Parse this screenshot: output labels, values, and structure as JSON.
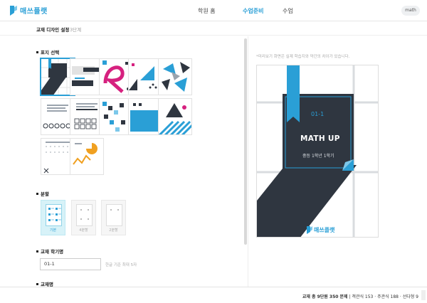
{
  "brand": {
    "name": "매쓰플랫",
    "color": "#2a9fd6"
  },
  "nav": {
    "items": [
      "학원 홈",
      "수업준비",
      "수업"
    ],
    "active_index": 1
  },
  "user": {
    "label": "math"
  },
  "header": {
    "title": "교재 디자인 설정",
    "step": "3단계"
  },
  "sections": {
    "cover": "표지 선택",
    "split": "분할",
    "semester": "교재 학기명",
    "name": "교재명"
  },
  "split_options": [
    "기본",
    "4분할",
    "2분할"
  ],
  "split_selected": 0,
  "semester_input": {
    "value": "01-1",
    "hint": "한글 기준 최대 5자"
  },
  "preview": {
    "note": "*미리보기 화면은 실제 학습지와 약간의 차이가 있습니다.",
    "number": "01-1",
    "title": "MATH UP",
    "subtitle": "중등 1학년 1학기",
    "logo_text": "매쓰플랫"
  },
  "footer": {
    "summary": "교재 총 9단원 350 문제",
    "detail": "객관식 153 · 주관식 188 · 선다형 9"
  },
  "colors": {
    "accent": "#2a9fd6",
    "dark": "#2f3640",
    "selected_bg": "#d7f2f8"
  }
}
